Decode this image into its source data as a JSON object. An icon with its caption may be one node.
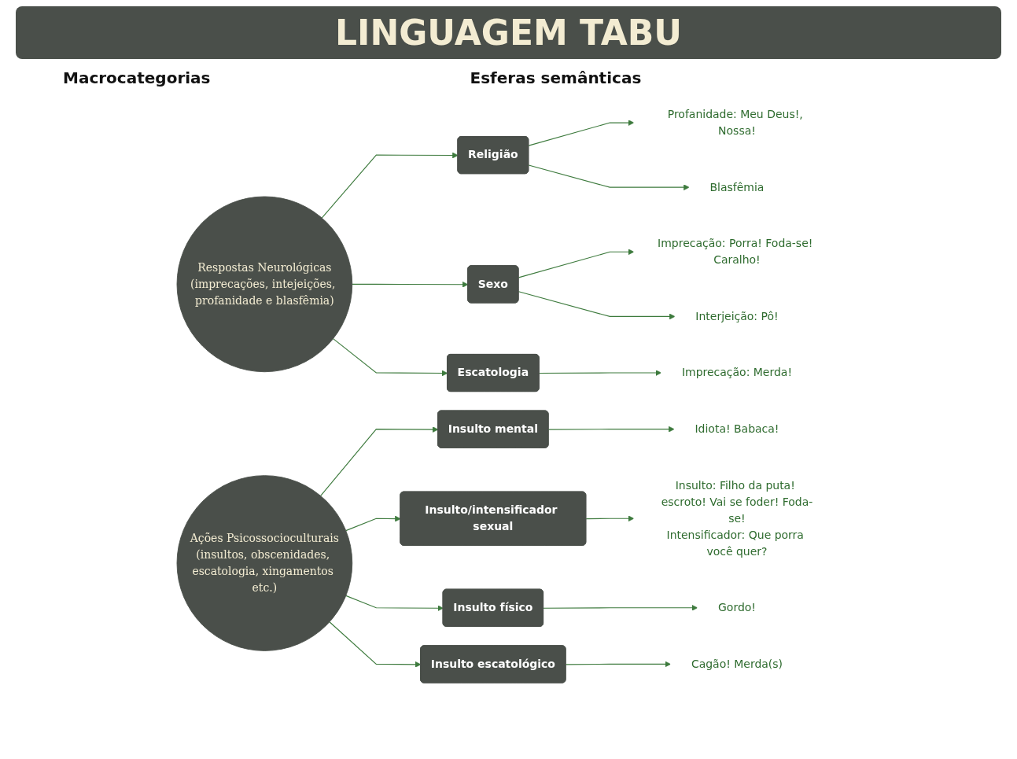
{
  "diagram": {
    "title": "LINGUAGEM TABU",
    "nodes": [
      {
        "text": [
          "Respostas Neurológicas",
          "(imprecações, intejeições, profanidade e blasfêmia)"
        ]
      },
      {
        "text": [
          "Religião"
        ]
      },
      {
        "text": [
          "Sexo"
        ]
      },
      {
        "text": [
          "Escatologia"
        ]
      },
      {
        "text": [
          "Profanidade: Meu Deus!, Nossa!"
        ]
      },
      {
        "text": [
          "Blasfêmia"
        ]
      },
      {
        "text": [
          "Imprecação: Porra! Foda-se! Caralho!"
        ]
      },
      {
        "text": [
          "Interjeição: Pô!"
        ]
      },
      {
        "text": [
          "Imprecação: Merda!"
        ]
      },
      {
        "text": [
          "Ações Psicossocioculturais",
          "(insultos, obscenidades, escatologia, xingamentos etc.)"
        ]
      },
      {
        "text": [
          "Insulto mental"
        ]
      },
      {
        "text": [
          "Insulto/intensificador sexual"
        ]
      },
      {
        "text": [
          "Insulto físico"
        ]
      },
      {
        "text": [
          "Insulto escatológico"
        ]
      },
      {
        "text": [
          "Idiota! Babaca!"
        ]
      },
      {
        "text": [
          "Insulto: Filho da puta! escroto! Vai se foder! Foda-se!",
          "Intensificador: Que porra você quer?"
        ]
      },
      {
        "text": [
          "Gordo!"
        ]
      },
      {
        "text": [
          "Cagão! Merda(s)"
        ]
      }
    ],
    "edges": [
      {
        "from": 0,
        "to": 1,
        "arrow": "to"
      },
      {
        "from": 0,
        "to": 2,
        "arrow": "to"
      },
      {
        "from": 0,
        "to": 3,
        "arrow": "to"
      },
      {
        "from": 1,
        "to": 4,
        "arrow": "to"
      },
      {
        "from": 1,
        "to": 5,
        "arrow": "to"
      },
      {
        "from": 2,
        "to": 6,
        "arrow": "to"
      },
      {
        "from": 2,
        "to": 7,
        "arrow": "to"
      },
      {
        "from": 3,
        "to": 8,
        "arrow": "to"
      },
      {
        "from": 9,
        "to": 10,
        "arrow": "to"
      },
      {
        "from": 9,
        "to": 11,
        "arrow": "to"
      },
      {
        "from": 9,
        "to": 12,
        "arrow": "to"
      },
      {
        "from": 9,
        "to": 13,
        "arrow": "to"
      },
      {
        "from": 10,
        "to": 14,
        "arrow": "to"
      },
      {
        "from": 11,
        "to": 15,
        "arrow": "to"
      },
      {
        "from": 12,
        "to": 16,
        "arrow": "to"
      },
      {
        "from": 13,
        "to": 17,
        "arrow": "to"
      }
    ],
    "labels": [
      "Macrocategorias",
      "Esferas semânticas"
    ]
  }
}
